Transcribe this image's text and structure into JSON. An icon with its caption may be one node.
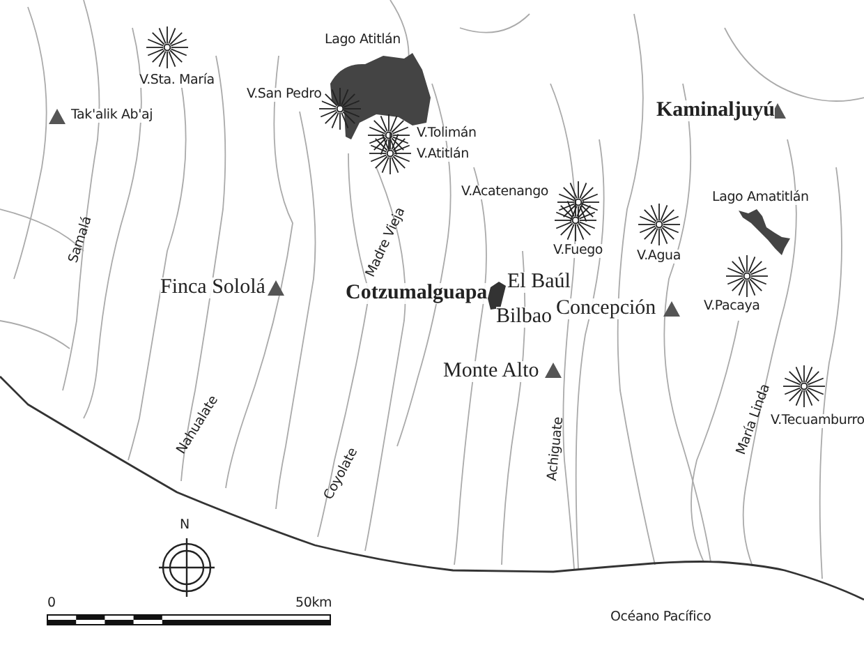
{
  "diagram": {
    "labels": [
      "Lago Atitlán",
      "V.Sta. María",
      "V.San Pedro",
      "Kaminaljuyú",
      "Tak'alik Ab'aj",
      "V.Tolimán",
      "V.Atitlán",
      "V.Acatenango",
      "Lago Amatitlán",
      "Samalá",
      "Madre Vieja",
      "V.Fuego",
      "V.Agua",
      "El Baúl",
      "Finca Sololá",
      "Cotzumalguapa",
      "V.Pacaya",
      "Concepción",
      "Bilbao",
      "Monte Alto",
      "V.Tecuamburro",
      "María Linda",
      "Nahualate",
      "Achiguate",
      "Coyolate",
      "N",
      "0",
      "50km",
      "Océano Pacífico"
    ]
  }
}
